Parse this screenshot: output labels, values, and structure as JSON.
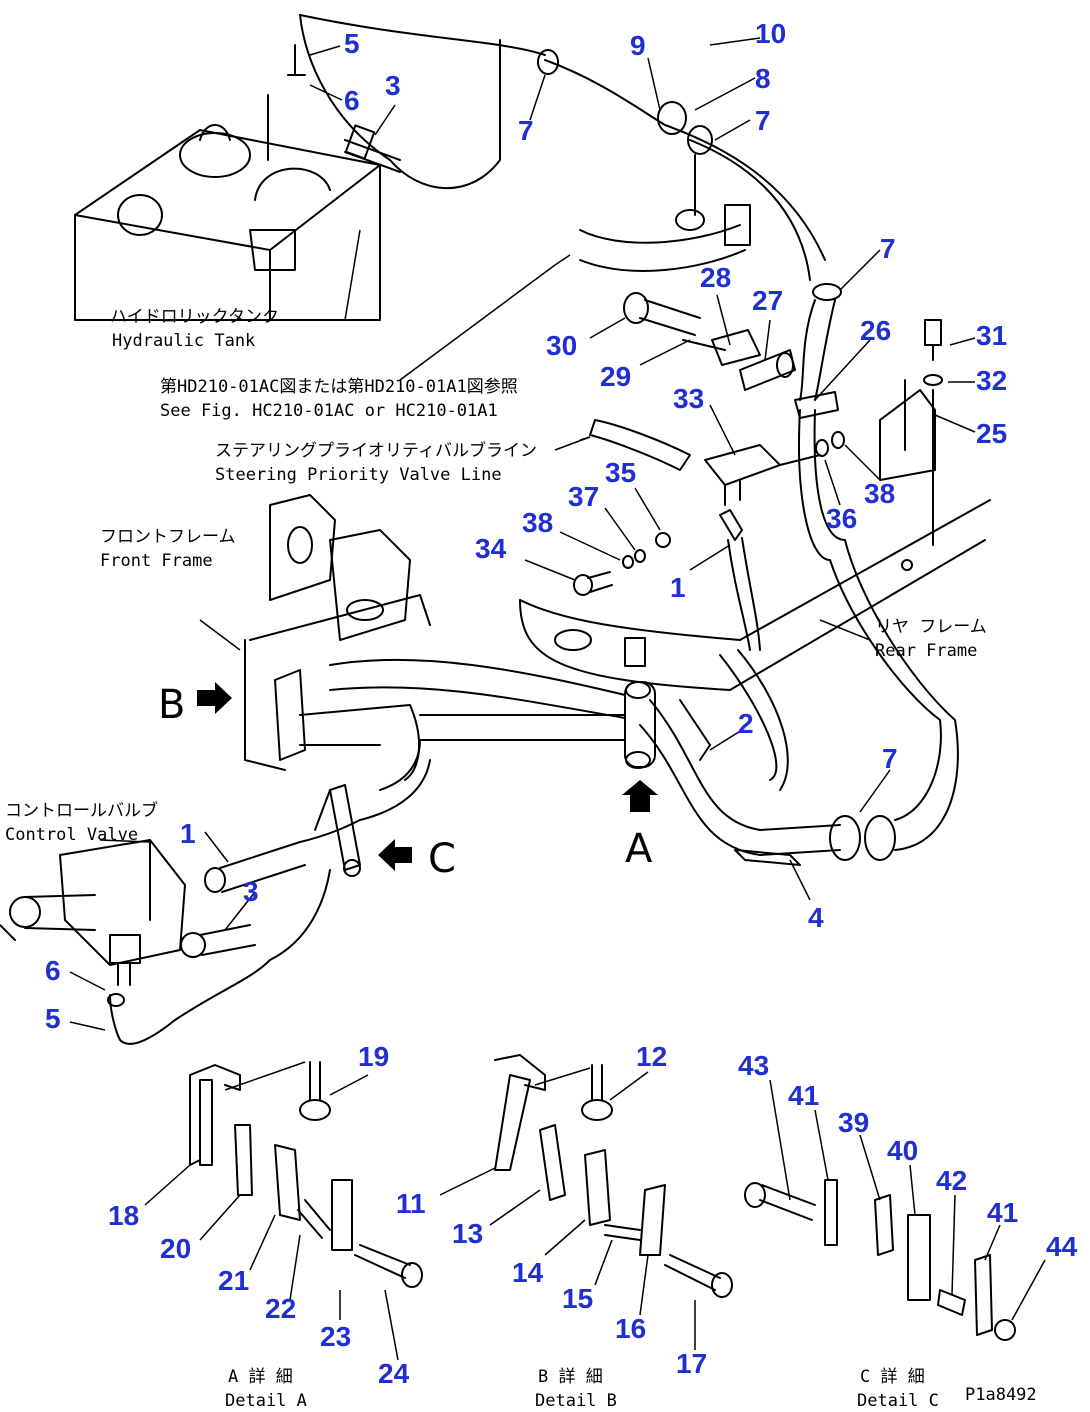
{
  "captions": {
    "hydraulic_tank_jp": "ハイドロリックタンク",
    "hydraulic_tank_en": "Hydraulic Tank",
    "see_fig_jp": "第HD210-01AC図または第HD210-01A1図参照",
    "see_fig_en": "See Fig. HC210-01AC or HC210-01A1",
    "steering_jp": "ステアリングプライオリティバルブライン",
    "steering_en": "Steering Priority Valve Line",
    "front_frame_jp": "フロントフレーム",
    "front_frame_en": "Front Frame",
    "rear_frame_jp": "リヤ フレーム",
    "rear_frame_en": "Rear Frame",
    "control_valve_jp": "コントロールバルブ",
    "control_valve_en": "Control Valve",
    "detail_a_jp": "A 詳 細",
    "detail_a_en": "Detail A",
    "detail_b_jp": "B 詳 細",
    "detail_b_en": "Detail B",
    "detail_c_jp": "C 詳 細",
    "detail_c_en": "Detail C",
    "drawing_no": "P1a8492"
  },
  "view_letters": {
    "a": "A",
    "b": "B",
    "c": "C"
  },
  "callouts": [
    "5",
    "6",
    "3",
    "7",
    "9",
    "10",
    "8",
    "7",
    "7",
    "28",
    "27",
    "30",
    "29",
    "26",
    "31",
    "32",
    "33",
    "25",
    "35",
    "37",
    "38",
    "36",
    "38",
    "34",
    "1",
    "2",
    "1",
    "3",
    "6",
    "5",
    "7",
    "4",
    "19",
    "18",
    "20",
    "21",
    "22",
    "23",
    "24",
    "12",
    "11",
    "13",
    "14",
    "15",
    "16",
    "17",
    "43",
    "41",
    "39",
    "40",
    "42",
    "41",
    "44"
  ],
  "colors": {
    "callout": "#1f2fd0",
    "line": "#000000"
  }
}
